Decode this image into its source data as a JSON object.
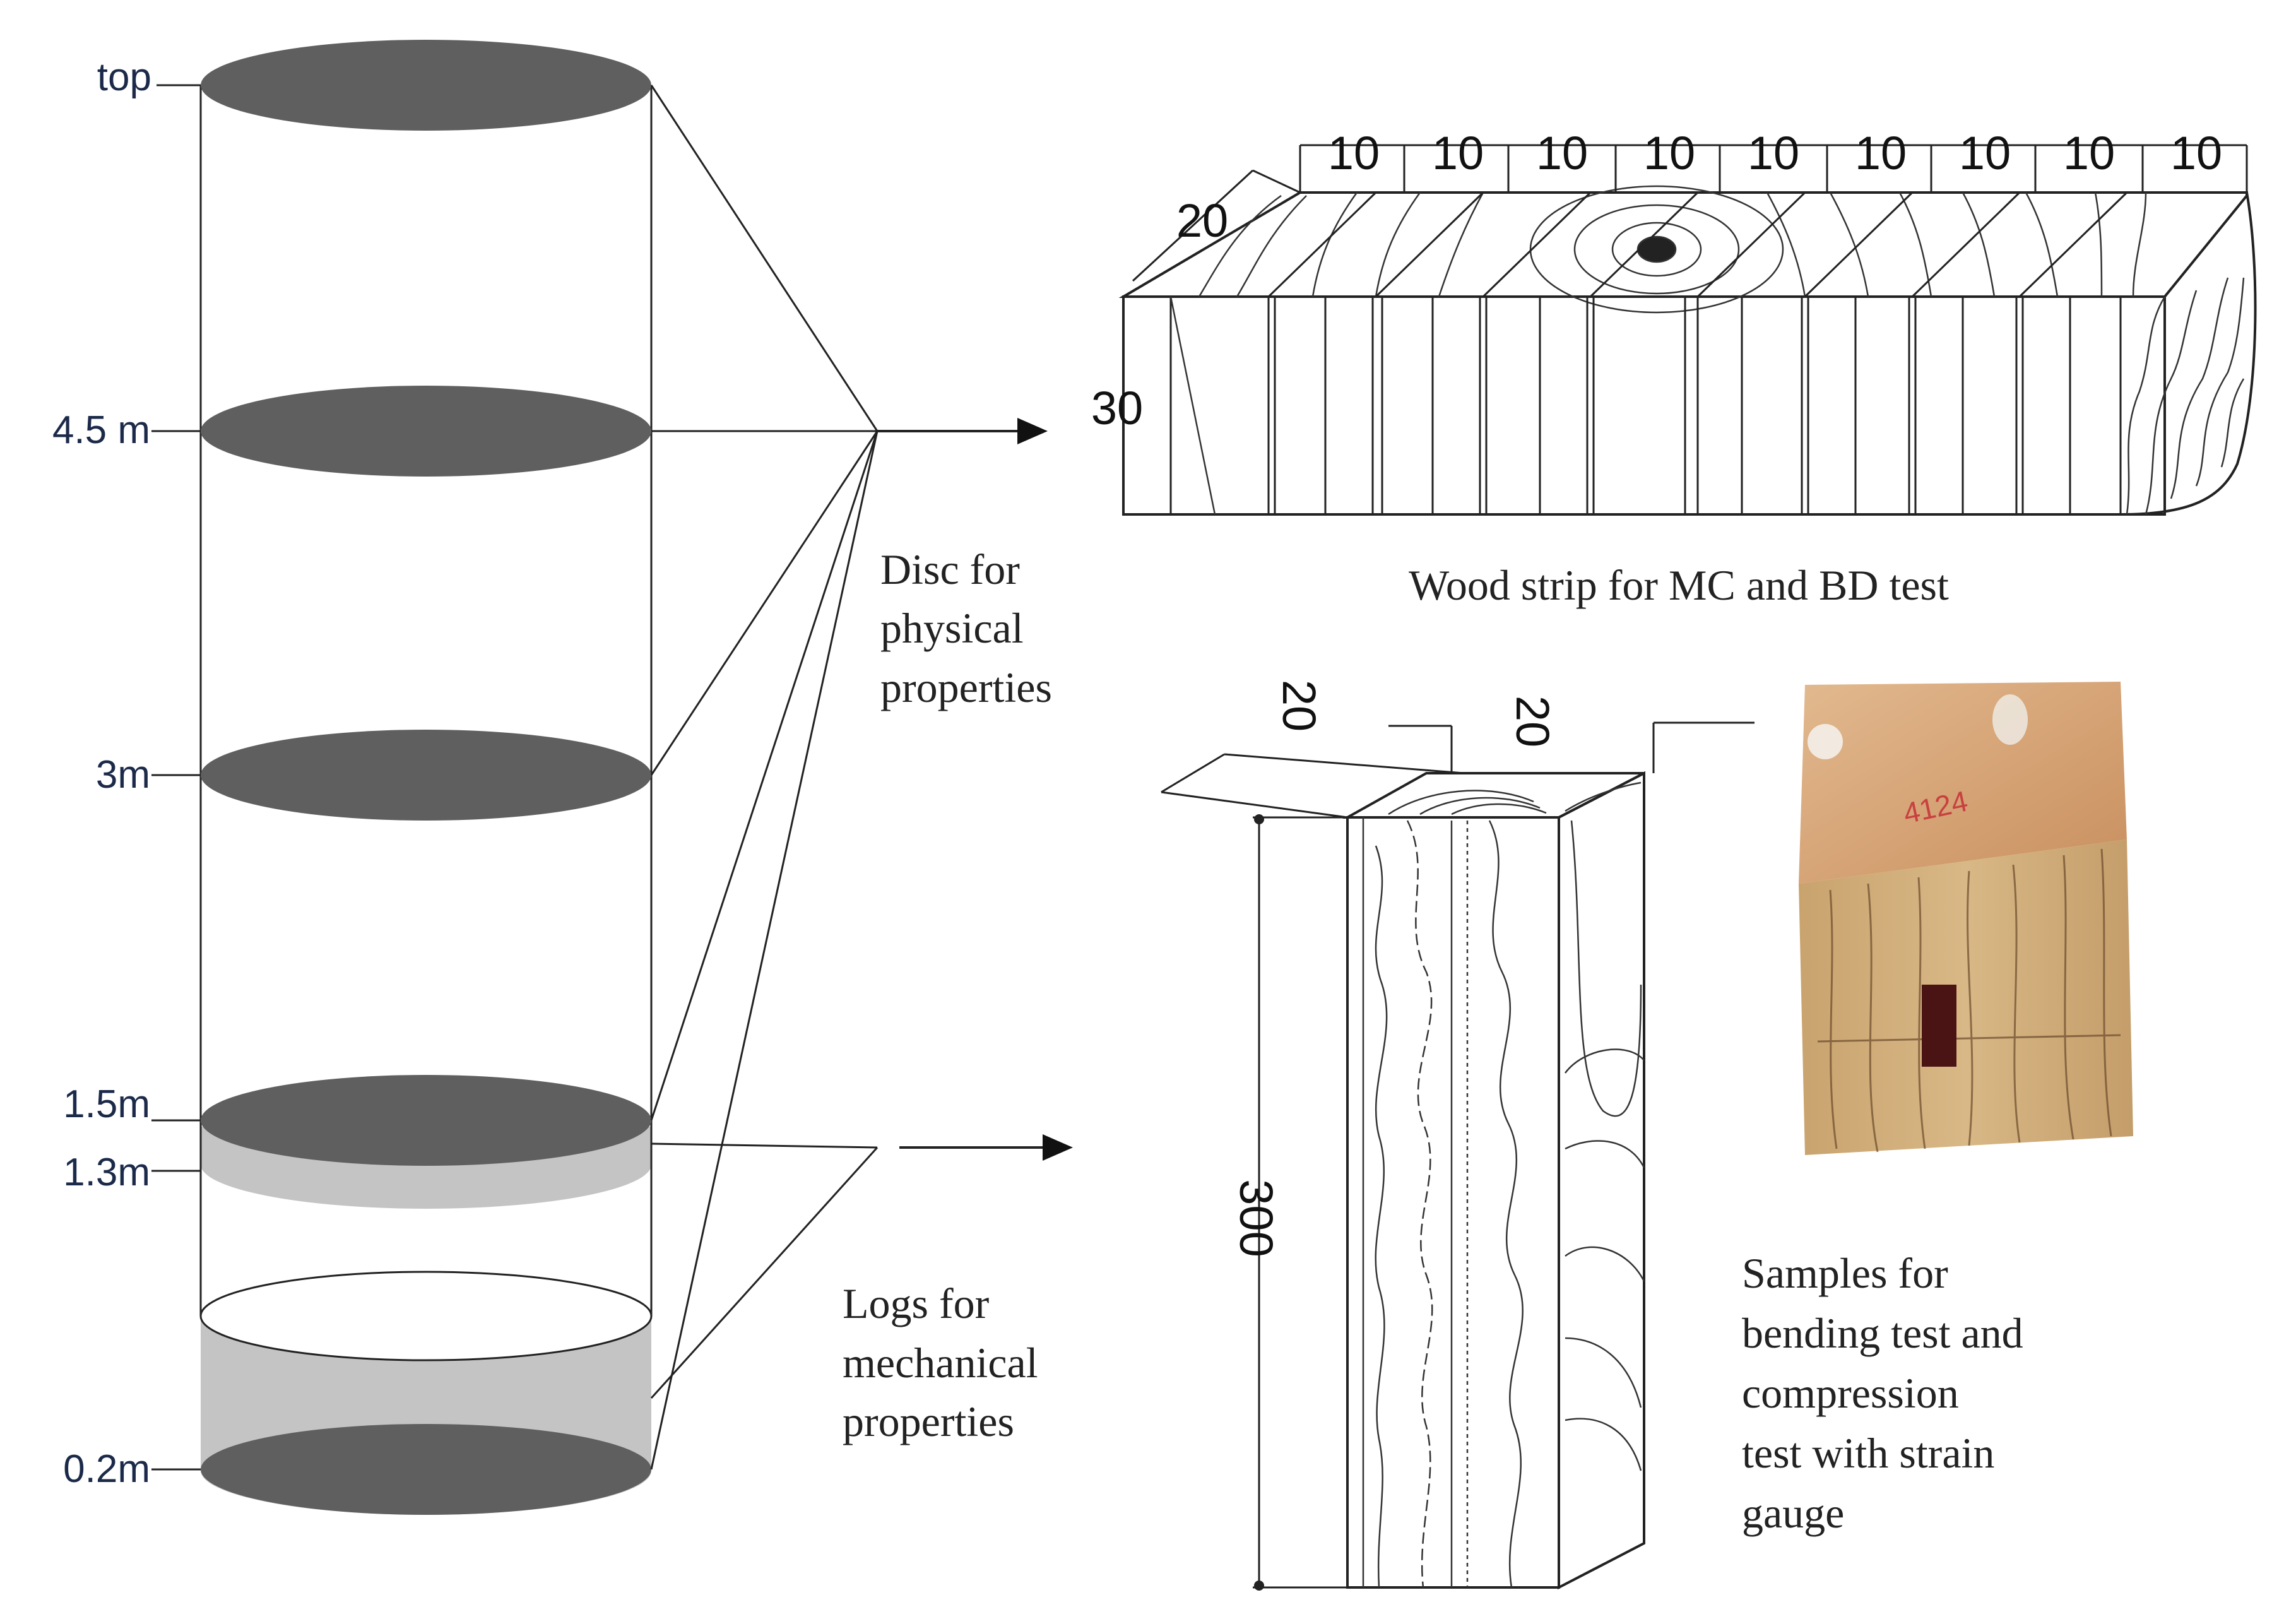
{
  "trunk": {
    "height_labels": [
      "top",
      "4.5 m",
      "3m",
      "1.5m",
      "1.3m",
      "0.2m"
    ],
    "disc_color": "#5f5f5f",
    "log_color": "#c4c4c4"
  },
  "captions": {
    "disc": [
      "Disc for",
      "physical",
      "properties"
    ],
    "logs": [
      "Logs for",
      "mechanical",
      "properties"
    ],
    "strip": "Wood strip for MC and BD test",
    "samples": [
      "Samples for",
      "bending test and",
      "compression",
      "test with strain",
      "gauge"
    ]
  },
  "strip": {
    "widths": [
      "10",
      "10",
      "10",
      "10",
      "10",
      "10",
      "10",
      "10",
      "10"
    ],
    "thickness": "20",
    "height": "30"
  },
  "sample": {
    "width_a": "20",
    "width_b": "20",
    "length": "300"
  },
  "photo": {
    "marking": "4124"
  }
}
